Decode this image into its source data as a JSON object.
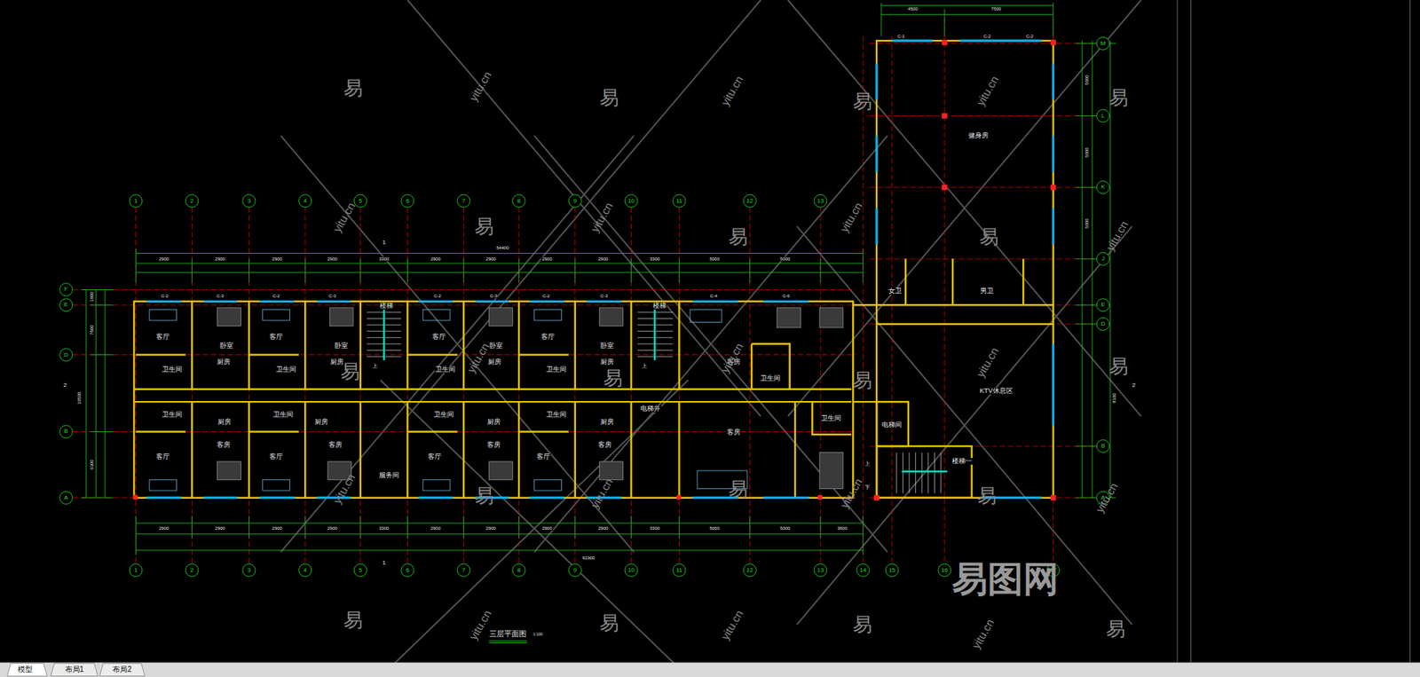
{
  "diagram": {
    "title": "三层平面图",
    "nodes": [
      {
        "text": [
          "客厅"
        ]
      },
      {
        "text": [
          "卧室"
        ]
      },
      {
        "text": [
          "卫生间"
        ]
      },
      {
        "text": [
          "厨房"
        ]
      },
      {
        "text": [
          "客厅"
        ]
      },
      {
        "text": [
          "卧室"
        ]
      },
      {
        "text": [
          "卫生间"
        ]
      },
      {
        "text": [
          "厨房"
        ]
      },
      {
        "text": [
          "楼梯"
        ]
      },
      {
        "text": [
          "客厅"
        ]
      },
      {
        "text": [
          "卧室"
        ]
      },
      {
        "text": [
          "卫生间"
        ]
      },
      {
        "text": [
          "厨房"
        ]
      },
      {
        "text": [
          "客厅"
        ]
      },
      {
        "text": [
          "卧室"
        ]
      },
      {
        "text": [
          "卫生间"
        ]
      },
      {
        "text": [
          "厨房"
        ]
      },
      {
        "text": [
          "楼梯"
        ]
      },
      {
        "text": [
          "客房"
        ]
      },
      {
        "text": [
          "卫生间"
        ]
      },
      {
        "text": [
          "卫生间"
        ]
      },
      {
        "text": [
          "厨房"
        ]
      },
      {
        "text": [
          "客厅"
        ]
      },
      {
        "text": [
          "客房"
        ]
      },
      {
        "text": [
          "卫生间"
        ]
      },
      {
        "text": [
          "厨房"
        ]
      },
      {
        "text": [
          "客厅"
        ]
      },
      {
        "text": [
          "客房"
        ]
      },
      {
        "text": [
          "服务间"
        ]
      },
      {
        "text": [
          "卫生间"
        ]
      },
      {
        "text": [
          "厨房"
        ]
      },
      {
        "text": [
          "客厅"
        ]
      },
      {
        "text": [
          "客房"
        ]
      },
      {
        "text": [
          "卫生间"
        ]
      },
      {
        "text": [
          "厨房"
        ]
      },
      {
        "text": [
          "客厅"
        ]
      },
      {
        "text": [
          "客房"
        ]
      },
      {
        "text": [
          "电梯井"
        ]
      },
      {
        "text": [
          "客房"
        ]
      },
      {
        "text": [
          "卫生间"
        ]
      },
      {
        "text": [
          "健身房"
        ]
      },
      {
        "text": [
          "女卫"
        ]
      },
      {
        "text": [
          "男卫"
        ]
      },
      {
        "text": [
          "KTV休息区"
        ]
      },
      {
        "text": [
          "电梯间"
        ]
      },
      {
        "text": [
          "楼梯一"
        ]
      }
    ],
    "labels": [
      "1",
      "2",
      "3",
      "4",
      "5",
      "6",
      "7",
      "8",
      "9",
      "10",
      "11",
      "12",
      "13",
      "1",
      "2",
      "3",
      "4",
      "5",
      "6",
      "7",
      "8",
      "9",
      "10",
      "11",
      "12",
      "13",
      "14",
      "15",
      "16",
      "17",
      "F",
      "E",
      "D",
      "B",
      "A",
      "M",
      "L",
      "K",
      "J",
      "E",
      "D",
      "B",
      "A",
      "2900",
      "2900",
      "2900",
      "2900",
      "3300",
      "2900",
      "2900",
      "2900",
      "2900",
      "3300",
      "5000",
      "5000",
      "54400",
      "2900",
      "2900",
      "2900",
      "2900",
      "3300",
      "2900",
      "2900",
      "2900",
      "2900",
      "3300",
      "5000",
      "5000",
      "3600",
      "61900",
      "4500",
      "7500",
      "1800",
      "7500",
      "6300",
      "16500",
      "5000",
      "5000",
      "5000",
      "8100",
      "1",
      "1",
      "2",
      "2",
      "C-2",
      "C-3",
      "C-2",
      "C-3",
      "C-2",
      "C-3",
      "C-2",
      "C-3",
      "C-4",
      "C-6",
      "C-1",
      "C-2",
      "C-2",
      "上",
      "上",
      "上",
      "下",
      "1:100",
      "易",
      "易",
      "易",
      "易",
      "易",
      "易",
      "易",
      "易",
      "易",
      "易",
      "易",
      "易",
      "易",
      "易",
      "易",
      "易",
      "易",
      "易",
      "yitu.cn",
      "yitu.cn",
      "yitu.cn",
      "yitu.cn",
      "yitu.cn",
      "yitu.cn",
      "yitu.cn",
      "yitu.cn",
      "yitu.cn",
      "yitu.cn",
      "yitu.cn",
      "yitu.cn",
      "yitu.cn",
      "yitu.cn",
      "yitu.cn",
      "yitu.cn",
      "yitu.cn",
      "易图网",
      "模型",
      "布局1",
      "布局2"
    ]
  }
}
